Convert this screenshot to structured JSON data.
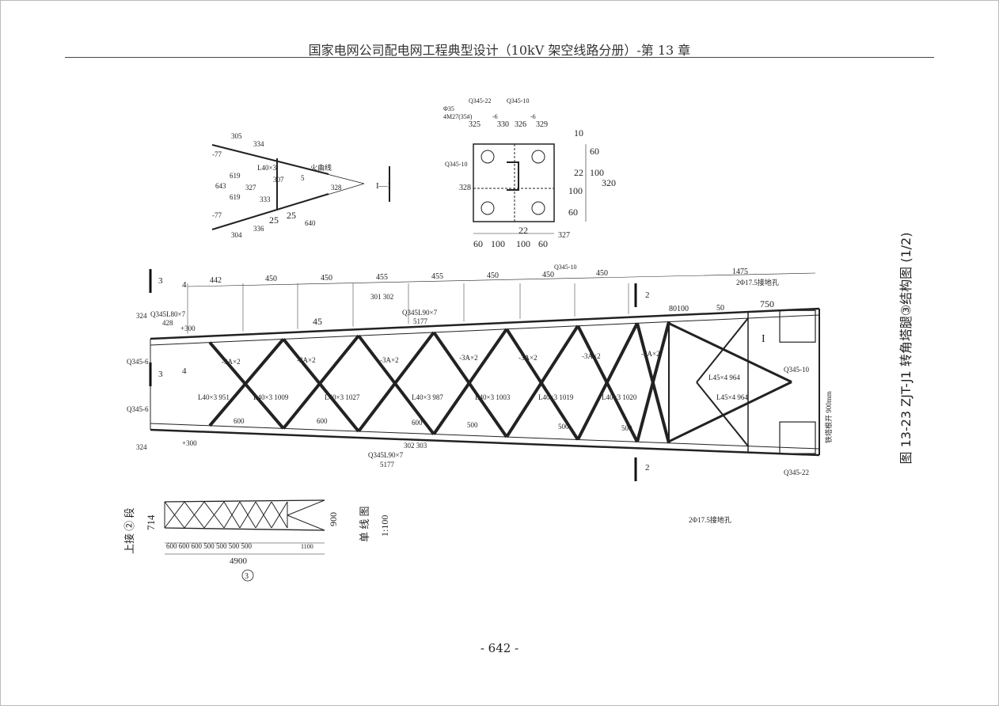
{
  "header": {
    "title": "国家电网公司配电网工程典型设计（10kV 架空线路分册）-第 13 章"
  },
  "figure": {
    "title": "图 13-23   ZJT-J1  转角塔腿③结构图 (1/2)"
  },
  "page": {
    "number": "- 642 -"
  },
  "top_dims": [
    "442",
    "450",
    "450",
    "455",
    "455",
    "450",
    "450",
    "450"
  ],
  "right_dims": {
    "total": "1475",
    "d750": "750",
    "d80": "80100",
    "d50": "50"
  },
  "members": {
    "top_chord": "Q345L90×7",
    "top_chord_len": "5177",
    "bottom_chord": "Q345L90×7",
    "bottom_chord_len": "5177",
    "left_chord": "Q345L80×7",
    "left_chord_len": "428",
    "top_part": "301 302",
    "bottom_part": "302 303",
    "plus300_top": "+300",
    "plus300_bot": "+300",
    "part324": "324",
    "q345_6": "Q345-6",
    "q345_10": "Q345-10",
    "q345_22": "Q345-22",
    "braces": [
      "L40×3 1009",
      "L40×3 1027",
      "L40×3 987",
      "L40×3 1003",
      "L40×3 1019",
      "L40×3 1020",
      "L40×3 951"
    ],
    "bolt_labels": [
      "-3A×2",
      "-3A×2",
      "-3A×2",
      "-3A×2",
      "-3A×2",
      "-3A×2",
      "-3A×2"
    ],
    "bottom_nums": [
      "600",
      "600",
      "600",
      "500",
      "500",
      "500"
    ],
    "k_brace_1": "L45×4 964",
    "k_brace_2": "L45×4 964",
    "hole_label": "2Φ17.5接地孔",
    "hole_label_top": "2Φ17.5接地孔",
    "leg_width": "铁塔根开 900mm",
    "d45": "45",
    "section_1": "I",
    "section_2": "2",
    "section_3": "3",
    "section_4": "4"
  },
  "detail_section": {
    "label": "I—I",
    "fire_line": "火曲线",
    "labels": [
      "305",
      "334",
      "304",
      "336",
      "307",
      "333",
      "327",
      "328",
      "L40×3",
      "-77",
      "-77",
      "619",
      "619",
      "643",
      "640",
      "25",
      "25",
      "5"
    ]
  },
  "detail_plate": {
    "labels": [
      "325",
      "330",
      "326",
      "329",
      "328",
      "327"
    ],
    "spec_top": [
      "Φ35",
      "4M27(35#)",
      "Q345-22",
      "-6",
      "Q345-10",
      "-6"
    ],
    "dims_right": [
      "10",
      "60",
      "100",
      "22",
      "100",
      "60",
      "320"
    ],
    "dims_bottom": [
      "60",
      "100",
      "22",
      "100",
      "60"
    ],
    "left_label": "Q345-10",
    "bottom_label": "Q345-10"
  },
  "single_line": {
    "title": "单 线 图",
    "scale": "1:100",
    "left_label": "上接 ② 段",
    "height": "714",
    "right_height": "900",
    "dims": "600 600 600 500 500 500 500",
    "last": "1100",
    "total": "4900",
    "segment": "3"
  }
}
